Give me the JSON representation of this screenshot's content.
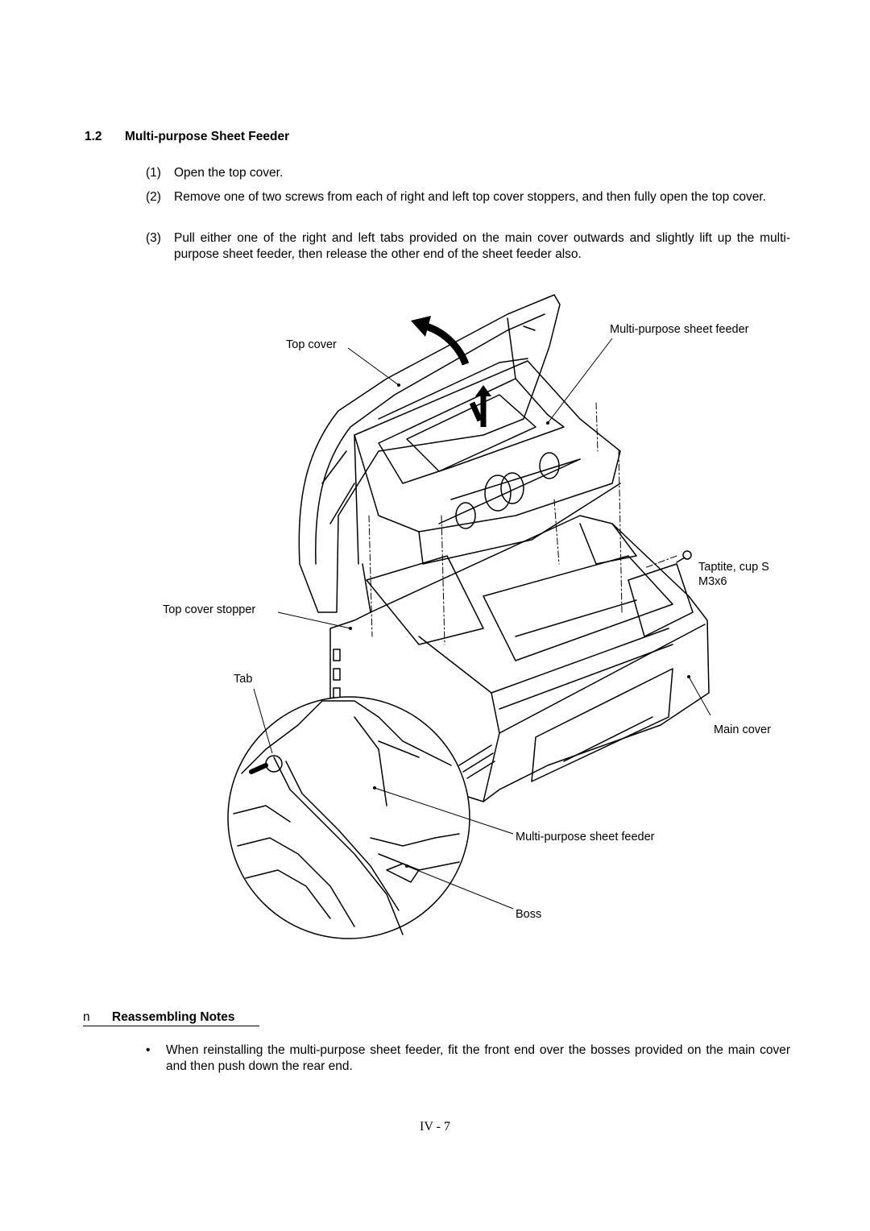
{
  "section": {
    "number": "1.2",
    "title": "Multi-purpose Sheet Feeder"
  },
  "steps": [
    {
      "num": "(1)",
      "text": "Open the top cover."
    },
    {
      "num": "(2)",
      "text": "Remove one of two screws from each of right and left top cover stoppers, and then fully open the top cover."
    },
    {
      "num": "(3)",
      "text": "Pull either one of the right and left tabs provided on the main cover outwards and slightly lift up the multi-purpose sheet feeder, then release the other end of the sheet feeder also."
    }
  ],
  "figure": {
    "callouts": {
      "top_cover": "Top cover",
      "msf_top": "Multi-purpose sheet feeder",
      "taptite_line1": "Taptite, cup S",
      "taptite_line2": "M3x6",
      "top_cover_stopper": "Top cover stopper",
      "tab": "Tab",
      "main_cover": "Main cover",
      "msf_bottom": "Multi-purpose sheet feeder",
      "boss": "Boss"
    }
  },
  "notes": {
    "marker": "n",
    "title": "Reassembling Notes",
    "bullet": "•",
    "items": [
      "When reinstalling the multi-purpose sheet feeder, fit the front end over the bosses provided on the main cover and then push down the rear end."
    ]
  },
  "page_number": "IV - 7"
}
